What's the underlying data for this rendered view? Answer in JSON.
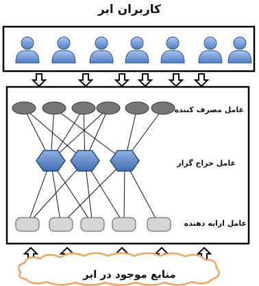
{
  "title": "کاربران ابر",
  "layers": {
    "consumer_label": "عامل مصرف کننده",
    "broker_label": "عامل حراج گزار",
    "provider_label": "عامل ارایه دهنده"
  },
  "bottom_label": "منابع موجود در ابر",
  "icons": {
    "user": "user-icon",
    "up_arrow": "arrow-up-icon",
    "down_arrow": "arrow-down-icon",
    "cloud": "cloud-icon"
  },
  "colors": {
    "user_blue": "#6f9ad6",
    "consumer_gray": "#777777",
    "broker_blue": "#4f81bd",
    "provider_light": "#d6d6d6",
    "cloud_orange": "#f2a35c"
  }
}
